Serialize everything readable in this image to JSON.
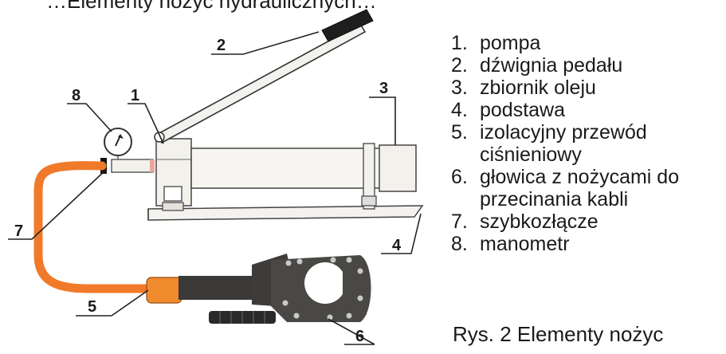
{
  "header_partial": "…Elementy nożyc hydraulicznych…",
  "callouts": [
    "1",
    "2",
    "3",
    "4",
    "5",
    "6",
    "7",
    "8"
  ],
  "legend": [
    {
      "num": "1.",
      "text": "pompa"
    },
    {
      "num": "2.",
      "text": "dźwignia pedału"
    },
    {
      "num": "3.",
      "text": "zbiornik oleju"
    },
    {
      "num": "4.",
      "text": "podstawa"
    },
    {
      "num": "5.",
      "text": "izolacyjny przewód ciśnieniowy"
    },
    {
      "num": "6.",
      "text": "głowica z nożycami do przecinania kabli"
    },
    {
      "num": "7.",
      "text": "szybkozłącze"
    },
    {
      "num": "8.",
      "text": "manometr"
    }
  ],
  "caption": "Rys. 2 Elementy nożyc",
  "colors": {
    "hose": "#f07a2a",
    "head": "#3b3a38",
    "line": "#222222"
  }
}
